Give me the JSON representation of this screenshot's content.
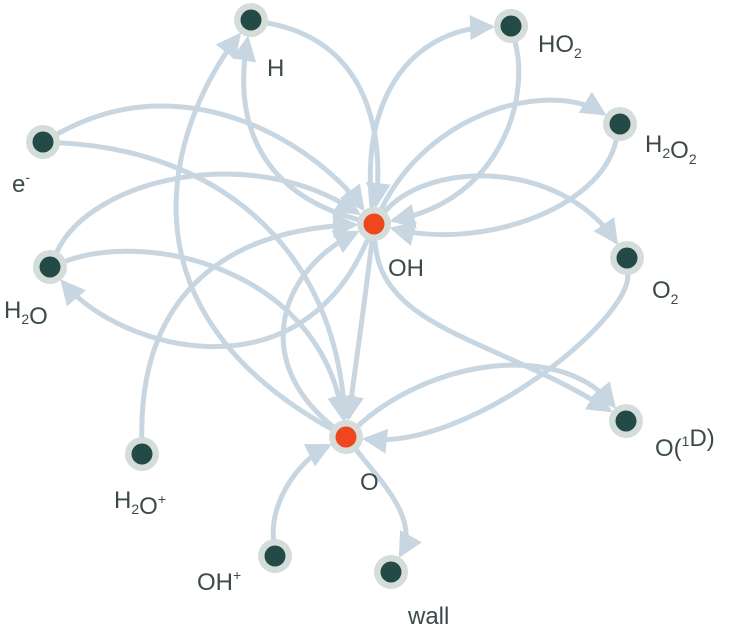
{
  "diagram": {
    "colors": {
      "edge": "#c8d6e2",
      "node_halo": "#d4ddda",
      "node_core": "#244a47",
      "hub_core": "#f0461e",
      "label": "#3c4a4a"
    },
    "nodes": [
      {
        "id": "H",
        "label": "H",
        "hub": false
      },
      {
        "id": "HO2",
        "label": "HO",
        "sub": "2",
        "hub": false
      },
      {
        "id": "H2O2",
        "label": "H",
        "sub": "2",
        "label2": "O",
        "sub2": "2",
        "hub": false
      },
      {
        "id": "e",
        "label": "e",
        "sup": "-",
        "hub": false
      },
      {
        "id": "OH",
        "label": "OH",
        "hub": true
      },
      {
        "id": "H2O",
        "label": "H",
        "sub": "2",
        "label2": "O",
        "hub": false
      },
      {
        "id": "O2",
        "label": "O",
        "sub": "2",
        "hub": false
      },
      {
        "id": "O1D",
        "label": "O(",
        "sup": "1",
        "label2": "D)",
        "hub": false
      },
      {
        "id": "O",
        "label": "O",
        "hub": true
      },
      {
        "id": "H2Op",
        "label": "H",
        "sub": "2",
        "label2": "O",
        "sup2": "+",
        "hub": false
      },
      {
        "id": "OHp",
        "label": "OH",
        "sup": "+",
        "hub": false
      },
      {
        "id": "wall",
        "label": "wall",
        "hub": false
      }
    ],
    "edges": [
      {
        "from": "e",
        "to": "OH"
      },
      {
        "from": "e",
        "to": "O"
      },
      {
        "from": "H",
        "to": "OH"
      },
      {
        "from": "OH",
        "to": "H"
      },
      {
        "from": "O",
        "to": "H"
      },
      {
        "from": "OH",
        "to": "HO2"
      },
      {
        "from": "HO2",
        "to": "OH"
      },
      {
        "from": "OH",
        "to": "H2O2"
      },
      {
        "from": "H2O2",
        "to": "OH"
      },
      {
        "from": "OH",
        "to": "O2"
      },
      {
        "from": "OH",
        "to": "O1D"
      },
      {
        "from": "H2O",
        "to": "OH"
      },
      {
        "from": "OH",
        "to": "H2O"
      },
      {
        "from": "H2O",
        "to": "O"
      },
      {
        "from": "H2Op",
        "to": "OH"
      },
      {
        "from": "OH",
        "to": "O"
      },
      {
        "from": "O",
        "to": "OH"
      },
      {
        "from": "O2",
        "to": "O"
      },
      {
        "from": "O",
        "to": "O1D"
      },
      {
        "from": "OHp",
        "to": "O"
      },
      {
        "from": "O",
        "to": "wall"
      }
    ]
  }
}
